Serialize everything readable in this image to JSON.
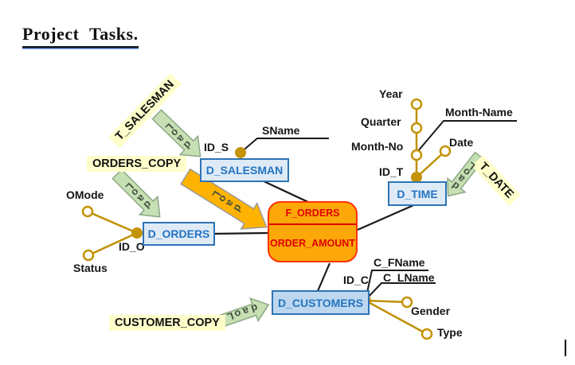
{
  "title": "Project Tasks.",
  "load_label": "Load",
  "fact": {
    "name": "F_ORDERS",
    "measure": "ORDER_AMOUNT"
  },
  "dimensions": {
    "salesman": {
      "name": "D_SALESMAN",
      "key": "ID_S",
      "attrs": {
        "sname": "SName"
      }
    },
    "orders": {
      "name": "D_ORDERS",
      "key": "ID_O",
      "attrs": {
        "omode": "OMode",
        "status": "Status"
      }
    },
    "time": {
      "name": "D_TIME",
      "key": "ID_T",
      "attrs": {
        "year": "Year",
        "quarter": "Quarter",
        "month_no": "Month-No",
        "month_name": "Month-Name",
        "date": "Date"
      }
    },
    "customers": {
      "name": "D_CUSTOMERS",
      "key": "ID_C",
      "attrs": {
        "c_fname": "C_FName",
        "c_lname": "C_LName",
        "gender": "Gender",
        "type": "Type"
      }
    }
  },
  "sources": {
    "t_salesman": "T_SALESMAN",
    "orders_copy": "ORDERS_COPY",
    "t_date": "T_DATE",
    "customer_copy": "CUSTOMER_COPY"
  },
  "colors": {
    "dim_border": "#2E74B5",
    "dim_fill": "#DEEAF6",
    "dim_fill_alt": "#BDD7EE",
    "fact_fill": "#FCA808",
    "fact_border": "#FF3300",
    "fact_text": "#E00000",
    "connector_gold": "#BF9000",
    "load_arrow_green": "#C6E0B4",
    "load_arrow_orange": "#FFB300",
    "source_label_bg": "#FFFFCC",
    "line_black": "#1A1A1A"
  }
}
